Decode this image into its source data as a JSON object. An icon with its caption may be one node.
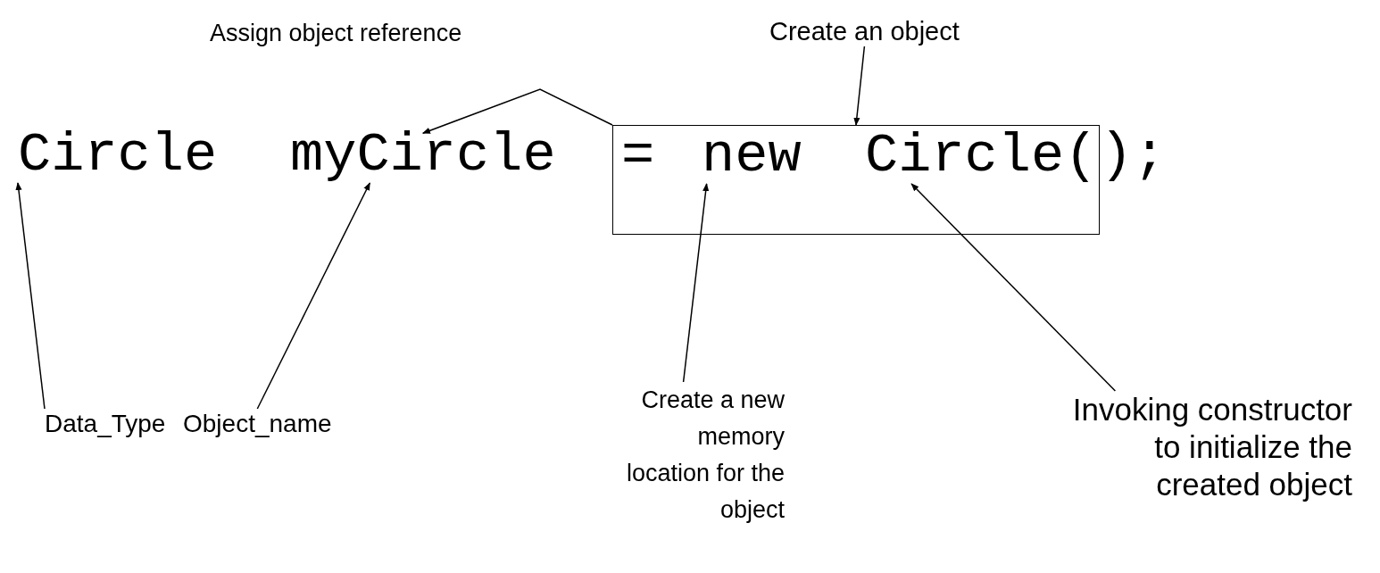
{
  "diagram": {
    "nodes": [
      {
        "text": [
          "Create an object"
        ]
      },
      {
        "text": [
          "Circle"
        ]
      },
      {
        "text": [
          "myCircle"
        ]
      },
      {
        "text": [],
        "shape": "box"
      },
      {
        "text": [
          "="
        ],
        "in": 3
      },
      {
        "text": [
          "new"
        ],
        "in": 3
      },
      {
        "text": [
          "Circle("
        ],
        "in": 3
      },
      {
        "text": [
          "Data_Type"
        ]
      },
      {
        "text": [
          "Object_name"
        ]
      },
      {
        "text": [
          "Create a new memory location for the object"
        ]
      },
      {
        "text": [
          "Invoking constructor to initialize the created object"
        ]
      }
    ],
    "edges": [
      {
        "from": 3,
        "to": 2,
        "arrow": "to",
        "label": "Assign object reference"
      },
      {
        "from": 0,
        "to": 3,
        "arrow": "to"
      },
      {
        "from": 7,
        "to": 1,
        "arrow": "to"
      },
      {
        "from": 8,
        "to": 2,
        "arrow": "to"
      },
      {
        "from": 9,
        "to": 5,
        "arrow": "to"
      },
      {
        "from": 10,
        "to": 6,
        "arrow": "to"
      }
    ],
    "labels": [
      ");"
    ]
  }
}
